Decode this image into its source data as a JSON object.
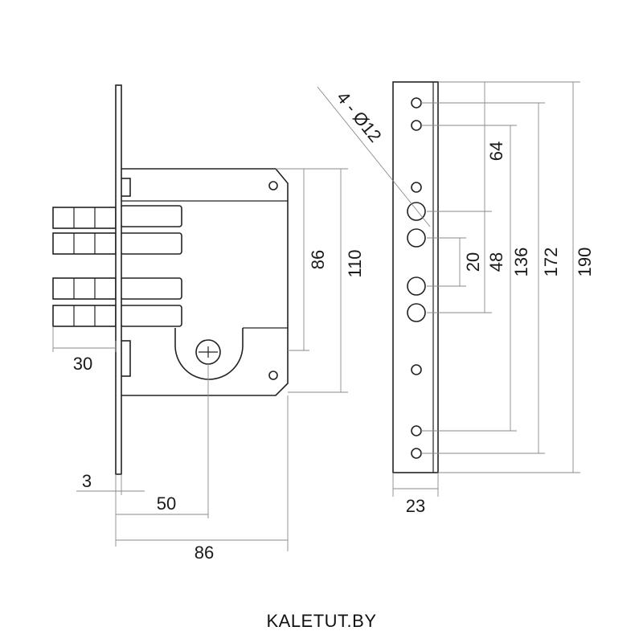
{
  "dimensions": {
    "holes_label": "4 - Ø12",
    "side_height": "86",
    "body_height": "110",
    "bolt_throw": "30",
    "faceplate_thickness": "3",
    "backset": "50",
    "body_width": "86",
    "faceplate_width": "23",
    "spacing_20": "20",
    "spacing_48": "48",
    "spacing_64": "64",
    "spacing_136": "136",
    "spacing_172": "172",
    "spacing_190": "190"
  },
  "brand": "KALETUT.BY"
}
